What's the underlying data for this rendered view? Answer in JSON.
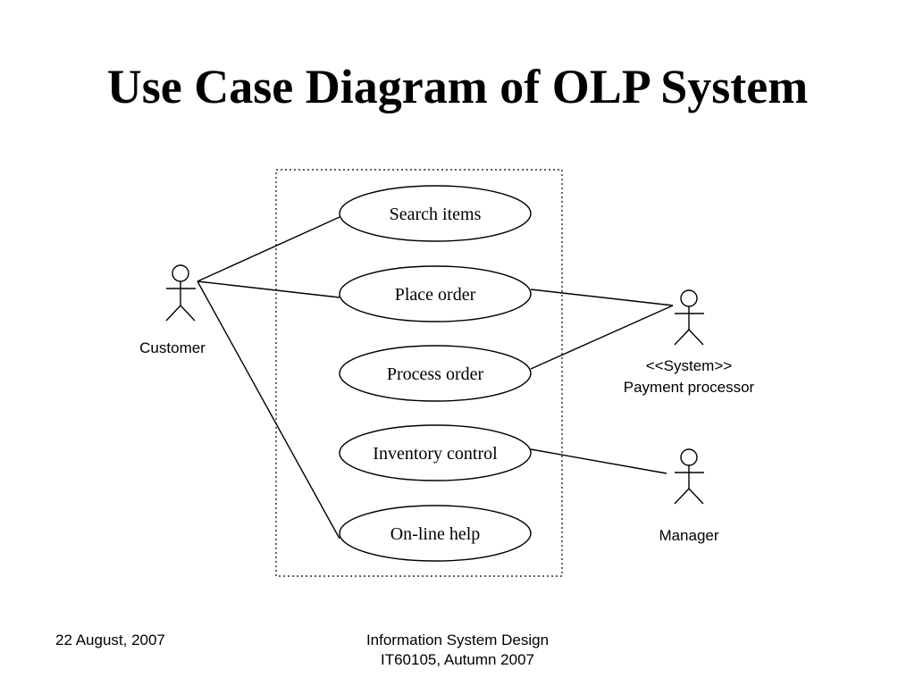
{
  "slide": {
    "title": "Use Case Diagram of OLP System"
  },
  "diagram": {
    "use_cases": [
      {
        "label": "Search items"
      },
      {
        "label": "Place order"
      },
      {
        "label": "Process order"
      },
      {
        "label": "Inventory control"
      },
      {
        "label": "On-line help"
      }
    ],
    "actors": {
      "customer": {
        "label": "Customer"
      },
      "payment_processor": {
        "stereotype": "<<System>>",
        "label": "Payment processor"
      },
      "manager": {
        "label": "Manager"
      }
    }
  },
  "footer": {
    "date": "22 August, 2007",
    "course_line1": "Information System Design",
    "course_line2": "IT60105, Autumn 2007"
  }
}
